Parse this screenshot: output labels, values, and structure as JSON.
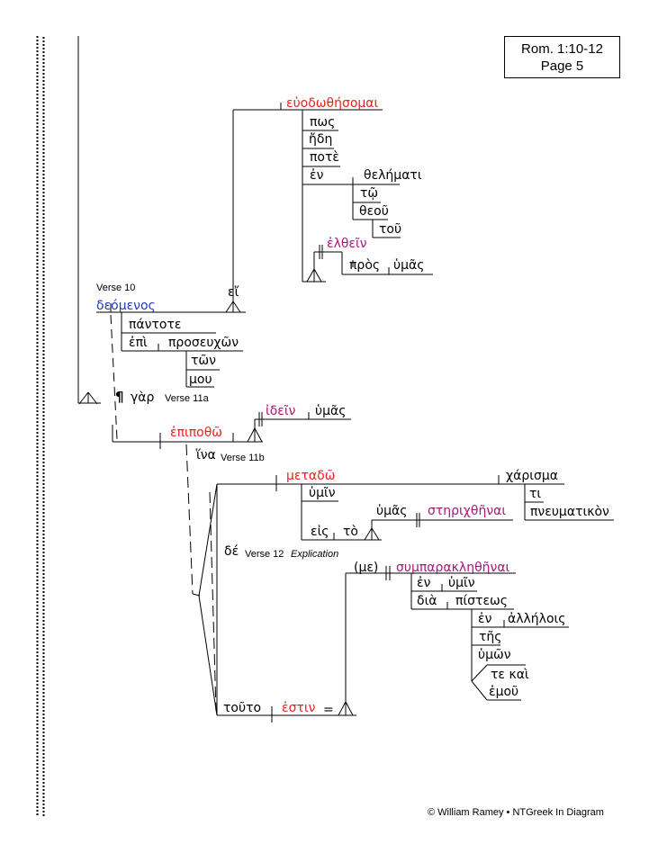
{
  "header": {
    "reference": "Rom. 1:10-12",
    "page": "Page 5"
  },
  "footer": {
    "copyright": "© William Ramey • NTGreek In Diagram"
  },
  "words": {
    "euodothesomai": "εὐοδωθήσομαι",
    "pos": "πως",
    "ede": "ἤδη",
    "pote": "ποτὲ",
    "en1": "ἐν",
    "thelemati": "θελήματι",
    "to": "τῷ",
    "theou": "θεοῦ",
    "tou1": "τοῦ",
    "elthein": "ἐλθεῖν",
    "pros": "πρὸς",
    "humas1": "ὑμᾶς",
    "ei": "εἴ",
    "deomenos": "δεόμενος",
    "pantote": "πάντοτε",
    "epi": "ἐπὶ",
    "proseuchon": "προσευχῶν",
    "ton": "τῶν",
    "mou": "μου",
    "pilcrow": "¶",
    "gar": "γὰρ",
    "epipotho": "ἐπιποθῶ",
    "idein": "ἰδεῖν",
    "humas2": "ὑμᾶς",
    "hina": "ἵνα",
    "metado": "μεταδῶ",
    "charisma": "χάρισμα",
    "humin1": "ὑμῖν",
    "ti": "τι",
    "pneumatikon": "πνευματικὸν",
    "humas3": "ὑμᾶς",
    "sterichthenai": "στηριχθῆναι",
    "eis": "εἰς",
    "to_art": "τὸ",
    "de": "δέ",
    "me": "(με)",
    "sumparaklethenai": "συμπαρακληθῆναι",
    "en2": "ἐν",
    "humin2": "ὑμῖν",
    "dia": "διὰ",
    "pisteos": "πίστεως",
    "en3": "ἐν",
    "allelois": "ἀλλήλοις",
    "tes": "τῆς",
    "humon": "ὑμῶν",
    "te_kai": "τε καὶ",
    "emou": "ἐμοῦ",
    "touto": "τοῦτο",
    "estin": "ἐστιν",
    "equals": "="
  },
  "labels": {
    "verse10": "Verse 10",
    "verse11a": "Verse 11a",
    "verse11b": "Verse 11b",
    "verse12": "Verse 12",
    "explication": "Explication"
  },
  "colors": {
    "verb": "#e8221b",
    "infinitive": "#a6177a",
    "participle": "#2337c9"
  }
}
